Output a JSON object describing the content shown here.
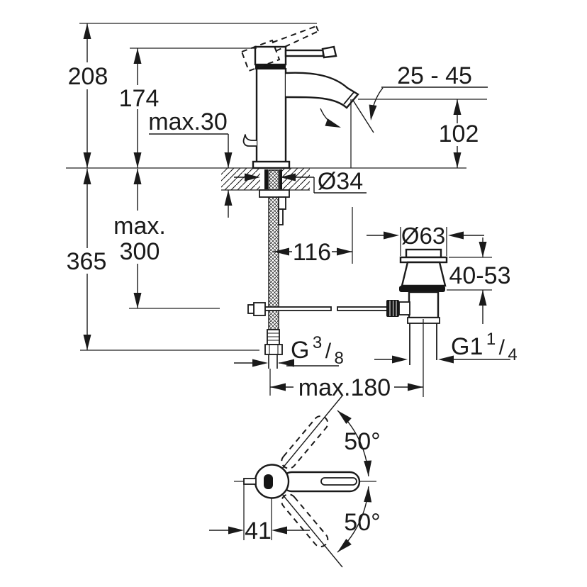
{
  "drawing": {
    "title_hint": "faucet-installation-dimension-drawing",
    "background": "#ffffff",
    "line_color": "#1a1a1a",
    "dims": {
      "height_total": "208",
      "height_to_body_top": "174",
      "deck_thickness_max": "max.30",
      "aerator_angle_range": "25 - 45",
      "spout_height": "102",
      "hole_diameter": "Ø34",
      "hose_length_max_word": "max.",
      "hose_length_max_value": "300",
      "depth_total": "365",
      "spout_reach": "116",
      "waste_flange_diameter": "Ø63",
      "waste_clamp_range": "40-53",
      "supply_thread_main": "G",
      "supply_thread_sup": "3",
      "supply_thread_slash": "/",
      "supply_thread_sub": "8",
      "waste_thread_main": "G1",
      "waste_thread_sup": "1",
      "waste_thread_slash": "/",
      "waste_thread_sub": "4",
      "rod_reach_max": "max.180",
      "handle_swivel_up": "50°",
      "handle_swivel_down": "50°",
      "handle_back_offset": "41"
    }
  }
}
